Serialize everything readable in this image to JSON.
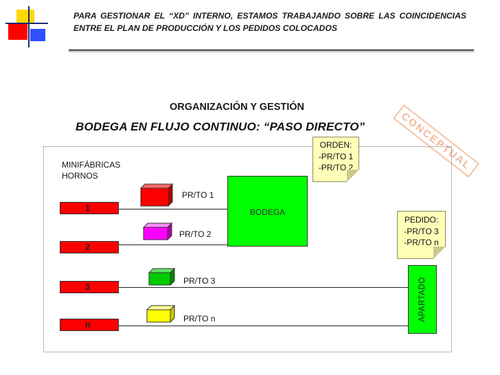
{
  "header": {
    "text": "PARA GESTIONAR EL “XD” INTERNO, ESTAMOS TRABAJANDO SOBRE LAS COINCIDENCIAS ENTRE EL PLAN DE PRODUCCIÓN Y LOS PEDIDOS COLOCADOS"
  },
  "stamp": "CONCEPTUAL",
  "subtitle": "ORGANIZACIÓN Y GESTIÓN",
  "title": "BODEGA EN FLUJO CONTINUO: “PASO DIRECTO”",
  "side_label": {
    "line1": "MINIFÁBRICAS",
    "line2": "HORNOS"
  },
  "ovens": [
    {
      "label": "1"
    },
    {
      "label": "2"
    },
    {
      "label": "3"
    },
    {
      "label": "n"
    }
  ],
  "products": [
    {
      "label": "PR/TO 1",
      "color": "#ff0000"
    },
    {
      "label": "PR/TO 2",
      "color": "#ff00ff"
    },
    {
      "label": "PR/TO 3",
      "color": "#00cc00"
    },
    {
      "label": "PR/TO n",
      "color": "#ffff00"
    }
  ],
  "bodega": "BODEGA",
  "apartado": "APARTADO",
  "orden_note": {
    "title": "ORDEN:",
    "lines": [
      "-PR/TO 1",
      "-PR/TO 2"
    ]
  },
  "pedido_note": {
    "title": "PEDIDO:",
    "lines": [
      "-PR/TO 3",
      "-PR/TO n"
    ]
  },
  "colors": {
    "oven": "#ff0000",
    "bodega": "#00ff00",
    "apartado": "#00ff00",
    "note": "#ffffb8",
    "logo": [
      "#ffd700",
      "#ff0000",
      "#3050ff"
    ]
  }
}
